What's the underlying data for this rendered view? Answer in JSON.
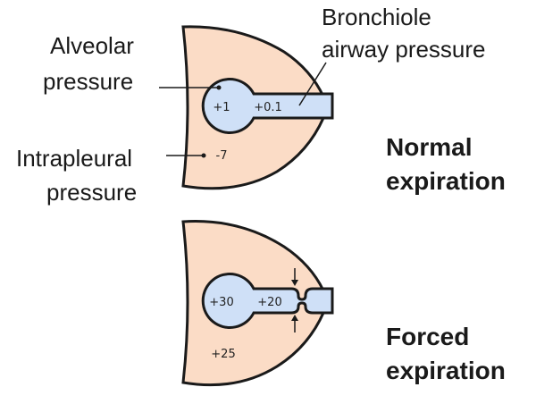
{
  "labels": {
    "bronchiole_line1": "Bronchiole",
    "bronchiole_line2": "airway  pressure",
    "alveolar_line1": "Alveolar",
    "alveolar_line2": "pressure",
    "intrapleural_line1": "Intrapleural",
    "intrapleural_line2": "pressure"
  },
  "normal": {
    "caption_line1": "Normal",
    "caption_line2": "expiration",
    "alveolar_value": "+1",
    "airway_value": "+0.1",
    "intrapleural_value": "-7"
  },
  "forced": {
    "caption_line1": "Forced",
    "caption_line2": "expiration",
    "alveolar_value": "+30",
    "airway_value": "+20",
    "intrapleural_value": "+25"
  },
  "colors": {
    "pleural_fill": "#fbdcc6",
    "airway_fill": "#cfe0f7",
    "outline": "#1a1a1a"
  }
}
